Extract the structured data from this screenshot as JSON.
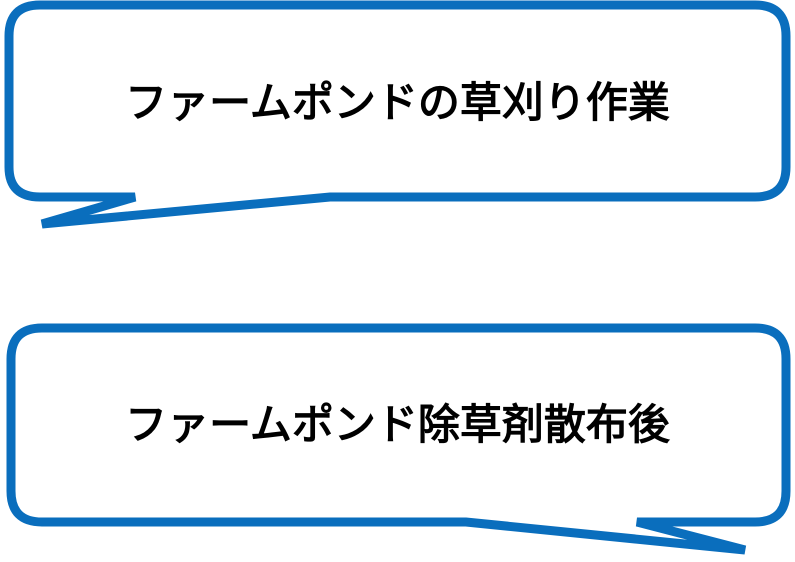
{
  "colors": {
    "bubble_stroke": "#0A6EBD",
    "bubble_fill": "#FFFFFF",
    "text": "#000000"
  },
  "bubbles": [
    {
      "id": "top",
      "text": "ファームポンドの草刈り作業",
      "tail": "bottom-left"
    },
    {
      "id": "bottom",
      "text": "ファームポンド除草剤散布後",
      "tail": "bottom-right"
    }
  ]
}
